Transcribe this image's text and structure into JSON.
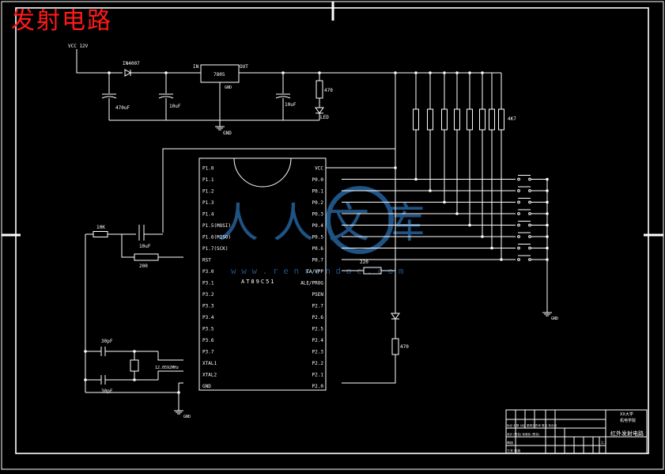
{
  "title": "发射电路",
  "watermark": {
    "text": "人人文库",
    "url": "w w w . r e n r e n d o c . c o m",
    "color": "#2a6fb0"
  },
  "colors": {
    "background": "#000000",
    "lines": "#ffffff",
    "title": "#ff1a1a"
  },
  "power": {
    "vcc_label": "VCC 12V",
    "diode_label": "IN4007",
    "reg_in": "IN",
    "reg_out": "OUT",
    "reg_gnd": "GND",
    "reg_name": "7805",
    "cap1": "470uF",
    "cap2": "10uF",
    "cap3": "10uF",
    "res_led": "470",
    "led_label": "LED",
    "gnd_label": "GND",
    "res_array_label": "4K7"
  },
  "mcu": {
    "name": "AT89C51",
    "left_pins": [
      "P1.0",
      "P1.1",
      "P1.2",
      "P1.3",
      "P1.4",
      "P1.5(MOSI)",
      "P1.6(MISO)",
      "P1.7(SCK)",
      "RST",
      "P3.0",
      "P3.1",
      "P3.2",
      "P3.3",
      "P3.4",
      "P3.5",
      "P3.6",
      "P3.7",
      "XTAL1",
      "XTAL2",
      "GND"
    ],
    "right_pins": [
      "VCC",
      "P0.0",
      "P0.1",
      "P0.2",
      "P0.3",
      "P0.4",
      "P0.5",
      "P0.6",
      "P0.7",
      "EA/VPP",
      "ALE/PROG",
      "PSEN",
      "P2.7",
      "P2.6",
      "P2.5",
      "P2.4",
      "P2.3",
      "P2.2",
      "P2.1",
      "P2.0"
    ]
  },
  "reset": {
    "res_top": "10K",
    "cap": "10uF",
    "res_bottom": "200"
  },
  "crystal": {
    "cap_top": "30pF",
    "cap_bottom": "30pF",
    "freq": "12.0592MHz",
    "gnd": "GND"
  },
  "output": {
    "res_ea": "220",
    "res_led2": "470",
    "gnd": "GND"
  },
  "title_block": {
    "school": "XX大学",
    "dept": "机电学院",
    "drawing_name": "红外发射电路",
    "row1": "标记 处数 分区 更改文件号 签名 年月日",
    "row2": "设计 (签名) 标准化 (签名)",
    "row3": "审核",
    "row4": "工艺 批准",
    "scale": "1:1"
  }
}
